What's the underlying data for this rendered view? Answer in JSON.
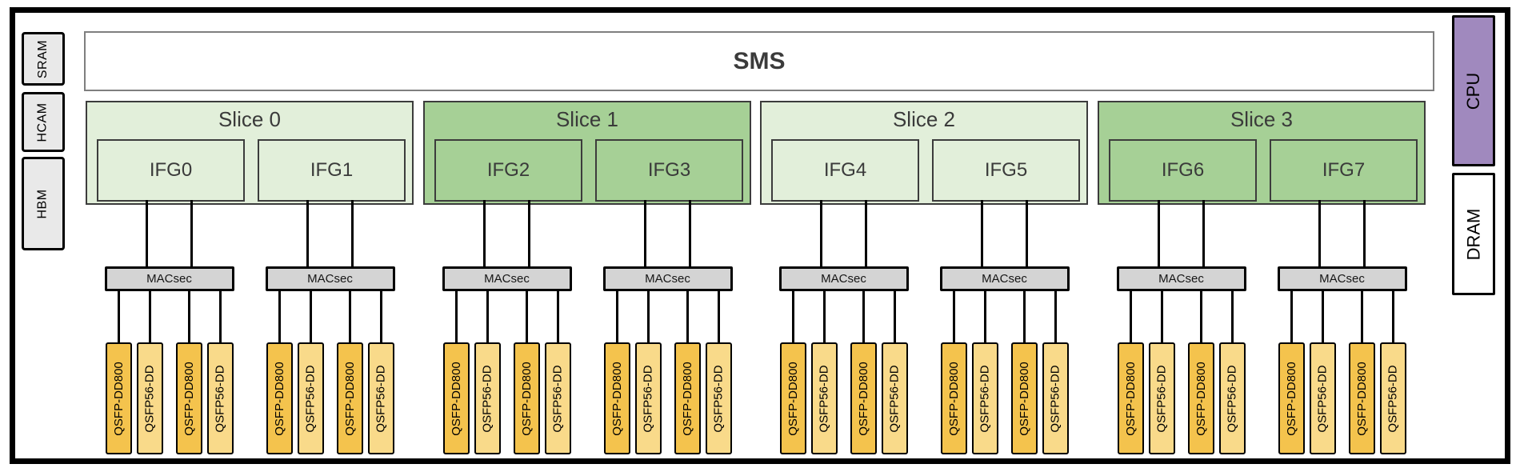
{
  "sms_label": "SMS",
  "left_memories": [
    {
      "label": "SRAM"
    },
    {
      "label": "HCAM"
    },
    {
      "label": "HBM"
    }
  ],
  "slices": [
    {
      "label": "Slice 0",
      "shade": "light",
      "ifgs": [
        {
          "label": "IFG0"
        },
        {
          "label": "IFG1"
        }
      ]
    },
    {
      "label": "Slice 1",
      "shade": "dark",
      "ifgs": [
        {
          "label": "IFG2"
        },
        {
          "label": "IFG3"
        }
      ]
    },
    {
      "label": "Slice 2",
      "shade": "light",
      "ifgs": [
        {
          "label": "IFG4"
        },
        {
          "label": "IFG5"
        }
      ]
    },
    {
      "label": "Slice 3",
      "shade": "dark",
      "ifgs": [
        {
          "label": "IFG6"
        },
        {
          "label": "IFG7"
        }
      ]
    }
  ],
  "macsec_label": "MACsec",
  "qsfp_modules": [
    "QSFP-DD800",
    "QSFP56-DD",
    "QSFP-DD800",
    "QSFP56-DD"
  ],
  "right_components": [
    {
      "label": "CPU"
    },
    {
      "label": "DRAM"
    }
  ],
  "colors": {
    "slice_light": "#E2EFDA",
    "slice_dark": "#A6D096",
    "qsfp_dark": "#F4C34D",
    "qsfp_light": "#F9DA8A",
    "cpu_purple": "#A089BE",
    "memory_gray": "#E9E9E9",
    "macsec_gray": "#D4D4D4",
    "connector_black": "#000000"
  }
}
